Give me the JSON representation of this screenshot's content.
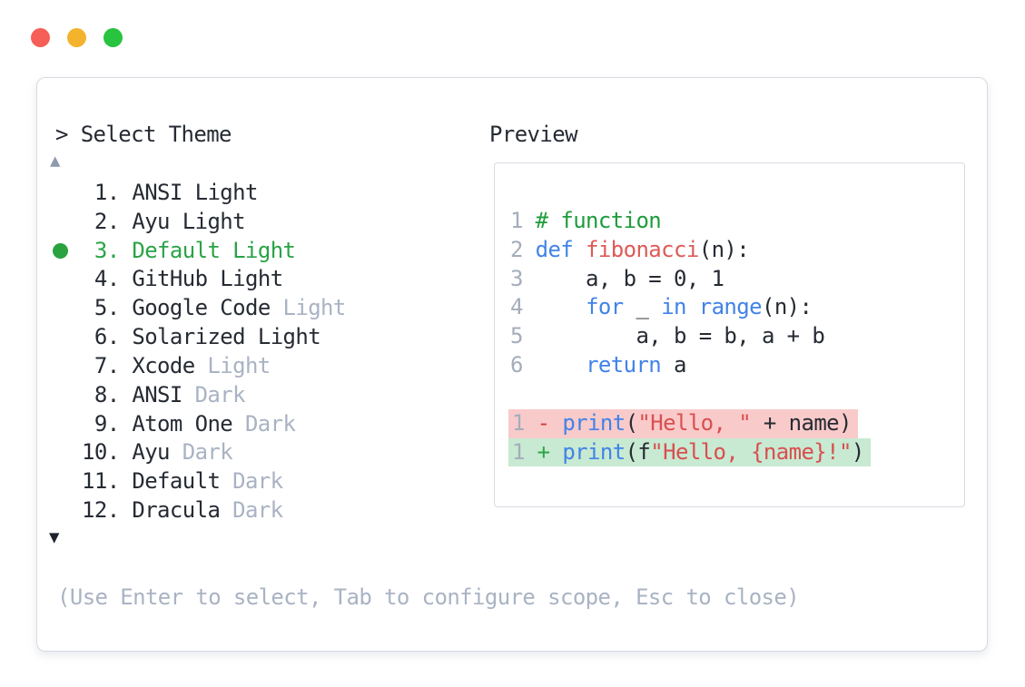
{
  "window": {
    "controls": [
      {
        "name": "close",
        "color": "#f65f57"
      },
      {
        "name": "minimize",
        "color": "#f3b32c"
      },
      {
        "name": "maximize",
        "color": "#28c33f"
      }
    ]
  },
  "theme_picker": {
    "prompt": "> Select Theme",
    "scroll_up": "▲",
    "scroll_down": "▼",
    "selected_index": 3,
    "items": [
      {
        "number": " 1.",
        "name": "ANSI Light",
        "suffix": ""
      },
      {
        "number": " 2.",
        "name": "Ayu Light",
        "suffix": ""
      },
      {
        "number": " 3.",
        "name": "Default Light",
        "suffix": "",
        "selected": true
      },
      {
        "number": " 4.",
        "name": "GitHub Light",
        "suffix": ""
      },
      {
        "number": " 5.",
        "name": "Google Code",
        "suffix": "Light"
      },
      {
        "number": " 6.",
        "name": "Solarized Light",
        "suffix": ""
      },
      {
        "number": " 7.",
        "name": "Xcode",
        "suffix": "Light"
      },
      {
        "number": " 8.",
        "name": "ANSI",
        "suffix": "Dark"
      },
      {
        "number": " 9.",
        "name": "Atom One",
        "suffix": "Dark"
      },
      {
        "number": "10.",
        "name": "Ayu",
        "suffix": "Dark"
      },
      {
        "number": "11.",
        "name": "Default",
        "suffix": "Dark"
      },
      {
        "number": "12.",
        "name": "Dracula",
        "suffix": "Dark"
      }
    ],
    "hint": "(Use Enter to select, Tab to configure scope, Esc to close)"
  },
  "preview": {
    "label": "Preview",
    "code_lines": [
      {
        "ln": "1",
        "tokens": [
          {
            "text": "# function",
            "type": "comment"
          }
        ]
      },
      {
        "ln": "2",
        "tokens": [
          {
            "text": "def ",
            "type": "keyword"
          },
          {
            "text": "fibonacci",
            "type": "function"
          },
          {
            "text": "(n):",
            "type": "plain"
          }
        ]
      },
      {
        "ln": "3",
        "tokens": [
          {
            "text": "    a, b = 0, 1",
            "type": "plain"
          }
        ]
      },
      {
        "ln": "4",
        "tokens": [
          {
            "text": "    ",
            "type": "plain"
          },
          {
            "text": "for",
            "type": "keyword"
          },
          {
            "text": " _ ",
            "type": "plain"
          },
          {
            "text": "in range",
            "type": "keyword"
          },
          {
            "text": "(n):",
            "type": "plain"
          }
        ]
      },
      {
        "ln": "5",
        "tokens": [
          {
            "text": "        a, b = b, a + b",
            "type": "plain"
          }
        ]
      },
      {
        "ln": "6",
        "tokens": [
          {
            "text": "    ",
            "type": "plain"
          },
          {
            "text": "return",
            "type": "keyword"
          },
          {
            "text": " a",
            "type": "plain"
          }
        ]
      }
    ],
    "diff_lines": [
      {
        "ln": "1",
        "sign": "-",
        "kind": "removed",
        "tokens": [
          {
            "text": "print",
            "type": "keyword"
          },
          {
            "text": "(",
            "type": "plain"
          },
          {
            "text": "\"Hello, \"",
            "type": "string"
          },
          {
            "text": " + name)",
            "type": "plain"
          }
        ]
      },
      {
        "ln": "1",
        "sign": "+",
        "kind": "added",
        "tokens": [
          {
            "text": "print",
            "type": "keyword"
          },
          {
            "text": "(f",
            "type": "plain"
          },
          {
            "text": "\"Hello, {name}!\"",
            "type": "string"
          },
          {
            "text": ")",
            "type": "plain"
          }
        ]
      }
    ]
  },
  "colors": {
    "text": "#262b33",
    "muted_gray": "#a9b3c3",
    "line_number_gray": "#a4adbb",
    "border": "#d6dbe3",
    "selected_green": "#2aa347",
    "comment_green": "#1f9c3c",
    "keyword_blue": "#4183e8",
    "function_red": "#dd5a56",
    "string_red": "#d94f4f",
    "diff_minus": "#d43d3d",
    "diff_plus": "#2ba745",
    "removed_bg": "#f9caca",
    "added_bg": "#c8e9d2",
    "scroll_up_gray": "#8e99ab",
    "scroll_down_dark": "#1d222c"
  }
}
